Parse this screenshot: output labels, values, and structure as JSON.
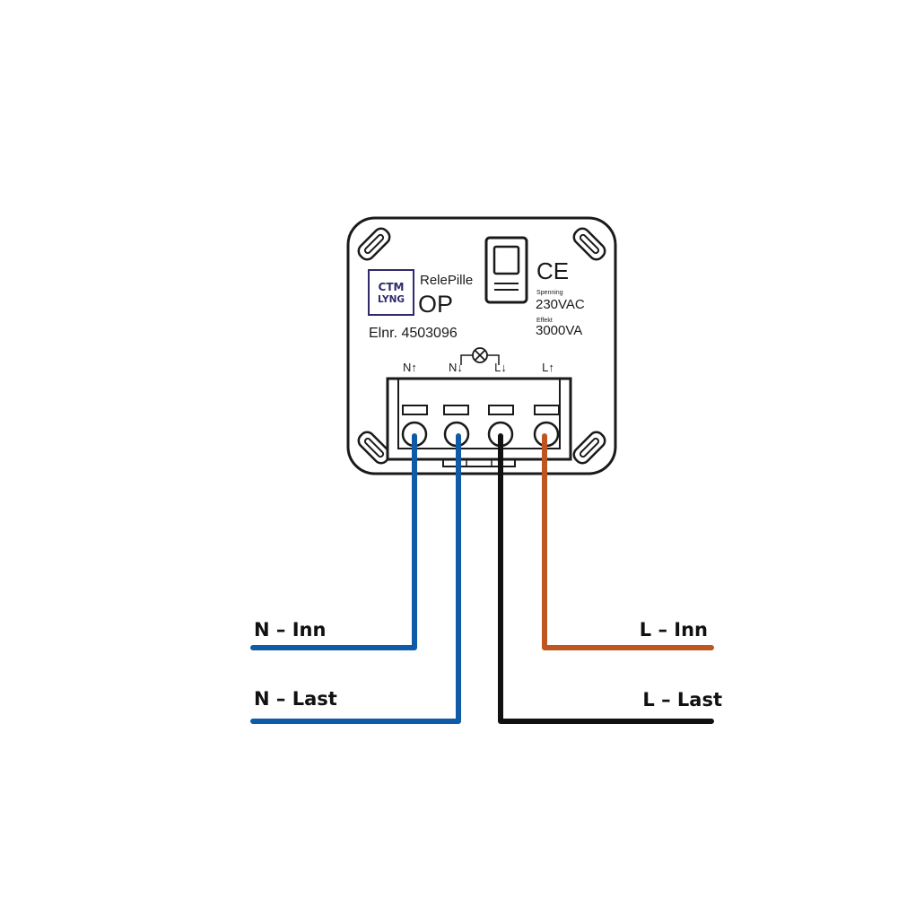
{
  "device": {
    "logo_line1": "CTM",
    "logo_line2": "LYNG",
    "product_name": "RelePille",
    "model": "OP",
    "elnr": "Elnr. 4503096",
    "ce_mark": "CE",
    "voltage_label": "Spenning",
    "voltage_value": "230VAC",
    "power_label": "Effekt",
    "power_value": "3000VA",
    "lamp_icon": "lamp-icon"
  },
  "terminals": [
    {
      "label": "N↑"
    },
    {
      "label": "N↓"
    },
    {
      "label": "L↓"
    },
    {
      "label": "L↑"
    }
  ],
  "wires": {
    "n_inn": "N – Inn",
    "n_last": "N – Last",
    "l_inn": "L – Inn",
    "l_last": "L – Last"
  },
  "colors": {
    "neutral": "#0f5ba7",
    "live": "#c0561f",
    "load_live": "#111111",
    "outline": "#1a1a1a",
    "logo": "#2e2a6b"
  }
}
